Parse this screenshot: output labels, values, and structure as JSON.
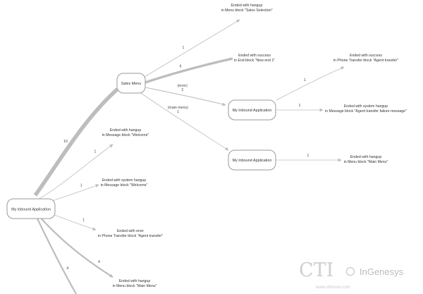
{
  "colors": {
    "edge": "#bdbdbd",
    "node_border": "#9a9a9a",
    "text": "#333333",
    "watermark": "#c6c6c6"
  },
  "nodes": [
    {
      "id": "n_root",
      "label": "My Inbound Application"
    },
    {
      "id": "n_sales",
      "label": "Sales Menu"
    },
    {
      "id": "n_app2",
      "label": "My Inbound Application"
    },
    {
      "id": "n_app3",
      "label": "My Inbound Application"
    }
  ],
  "edges": [
    {
      "from": "n_root",
      "to": "n_sales",
      "count": "10",
      "weight": 10
    },
    {
      "from": "n_root",
      "to": "o_hangup_welcome",
      "count": "1",
      "weight": 1
    },
    {
      "from": "n_root",
      "to": "o_syshangup_welcome",
      "count": "1",
      "weight": 1
    },
    {
      "from": "n_root",
      "to": "o_error_agent",
      "count": "1",
      "weight": 1
    },
    {
      "from": "n_root",
      "to": "o_hangup_mainmenu_root",
      "count": "4",
      "weight": 4
    },
    {
      "from": "n_root",
      "to": "o_offscreen",
      "count": "4",
      "weight": 4
    },
    {
      "from": "n_sales",
      "to": "o_hangup_sales_selection",
      "count": "1",
      "weight": 1
    },
    {
      "from": "n_sales",
      "to": "o_success_new_end",
      "count": "6",
      "weight": 6
    },
    {
      "from": "n_sales",
      "to": "n_app2",
      "count": "2",
      "label": "(error)",
      "weight": 2
    },
    {
      "from": "n_sales",
      "to": "n_app3",
      "count": "1",
      "label": "(main menu)",
      "weight": 1
    },
    {
      "from": "n_app2",
      "to": "o_success_agent_transfer",
      "count": "1",
      "weight": 1
    },
    {
      "from": "n_app2",
      "to": "o_syshangup_transfer_failure",
      "count": "1",
      "weight": 1
    },
    {
      "from": "n_app3",
      "to": "o_hangup_mainmenu_app3",
      "count": "1",
      "weight": 1
    }
  ],
  "outcomes": [
    {
      "id": "o_hangup_sales_selection",
      "line1": "Ended with hangup",
      "line2": "in Menu block \"Sales Selection\""
    },
    {
      "id": "o_success_new_end",
      "line1": "Ended with success",
      "line2": "in End block \"New end 1\""
    },
    {
      "id": "o_success_agent_transfer",
      "line1": "Ended with success",
      "line2": "in Phone Transfer block \"Agent transfer\""
    },
    {
      "id": "o_syshangup_transfer_failure",
      "line1": "Ended with system hangup",
      "line2": "in Message block \"Agent transfer failure message\""
    },
    {
      "id": "o_hangup_mainmenu_app3",
      "line1": "Ended with hangup",
      "line2": "in Menu block \"Main Menu\""
    },
    {
      "id": "o_hangup_welcome",
      "line1": "Ended with hangup",
      "line2": "in Message block \"Welcome\""
    },
    {
      "id": "o_syshangup_welcome",
      "line1": "Ended with system hangup",
      "line2": "in Message block \"Welcome\""
    },
    {
      "id": "o_error_agent",
      "line1": "Ended with error",
      "line2": "in Phone Transfer block \"Agent transfer\""
    },
    {
      "id": "o_hangup_mainmenu_root",
      "line1": "Ended with hangup",
      "line2": "in Menu block \"Main Menu\""
    }
  ],
  "watermark": {
    "logo": "CTI",
    "site": "www.ctiforum.com",
    "brand": "InGenesys"
  }
}
